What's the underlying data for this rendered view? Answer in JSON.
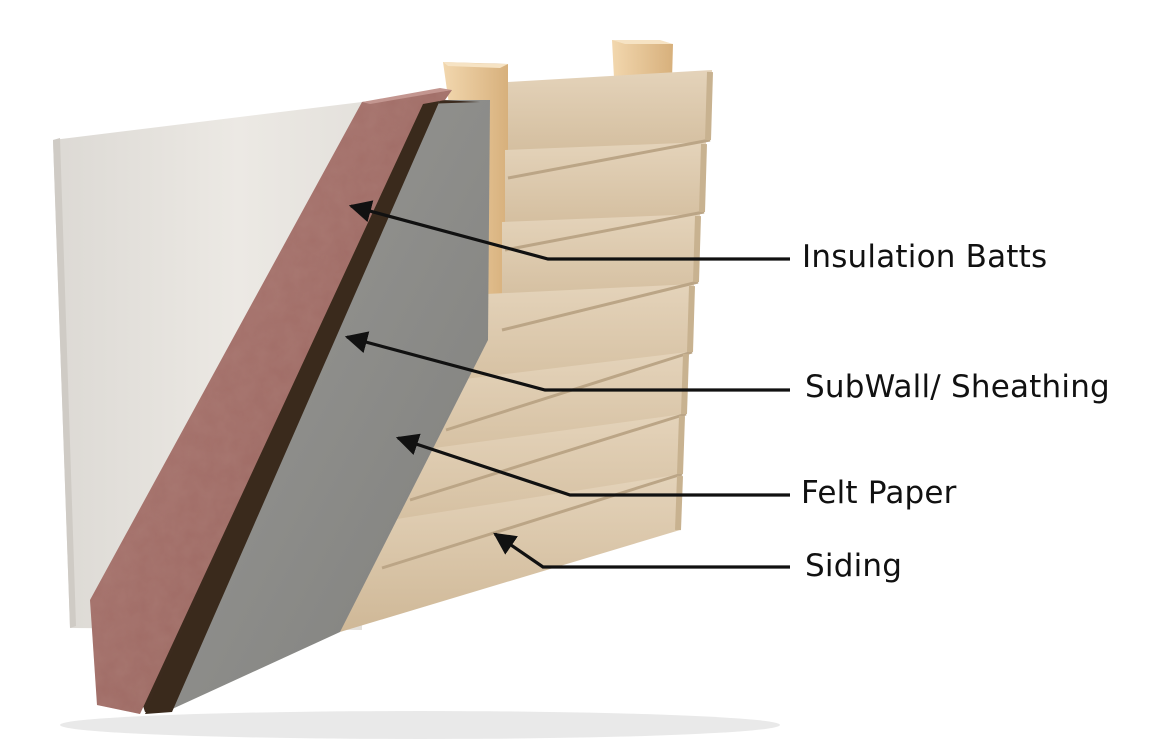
{
  "labels": {
    "insulation": "Insulation Batts",
    "subwall": "SubWall/ Sheathing",
    "felt": "Felt Paper",
    "siding": "Siding"
  },
  "colors": {
    "drywall": "#e9e6e1",
    "insulation": "#a8766f",
    "sheathing": "#3b2a1d",
    "felt": "#8f8f8c",
    "siding": "#d9c6aa",
    "stud": "#e8c79a",
    "leader": "#111111"
  }
}
